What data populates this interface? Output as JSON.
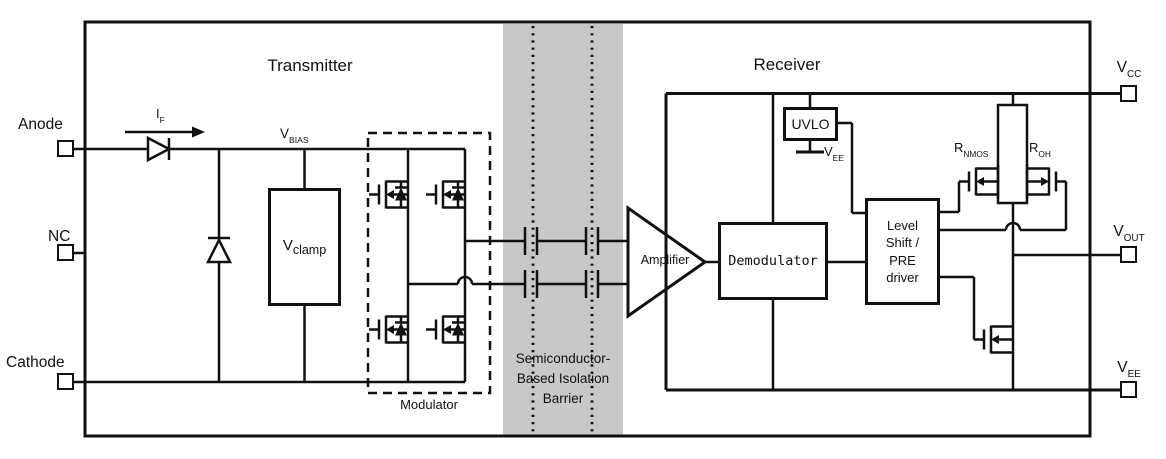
{
  "titles": {
    "transmitter": "Transmitter",
    "receiver": "Receiver"
  },
  "pins": {
    "anode": {
      "label": "Anode"
    },
    "nc": {
      "label": "NC"
    },
    "cathode": {
      "label": "Cathode"
    },
    "vcc": {
      "main": "V",
      "sub": "CC"
    },
    "vout": {
      "main": "V",
      "sub": "OUT"
    },
    "vee": {
      "main": "V",
      "sub": "EE"
    }
  },
  "transmitter": {
    "if_current": {
      "main": "I",
      "sub": "F"
    },
    "vbias": {
      "main": "V",
      "sub": "BIAS"
    },
    "vclamp": {
      "main": "V",
      "sub": "clamp"
    },
    "modulator_label": "Modulator"
  },
  "barrier": {
    "lines": [
      "Semiconductor-",
      "Based Isolation",
      "Barrier"
    ]
  },
  "receiver": {
    "amplifier": "Amplifier",
    "demodulator": "Demodulator",
    "uvlo": "UVLO",
    "uvlo_vee": {
      "main": "V",
      "sub": "EE"
    },
    "level_shift_lines": [
      "Level",
      "Shift /",
      "PRE",
      "driver"
    ],
    "rnmos": {
      "main": "R",
      "sub": "NMOS"
    },
    "roh": {
      "main": "R",
      "sub": "OH"
    }
  },
  "colors": {
    "ink": "#111111",
    "barrier_fill": "#c8c8c8"
  }
}
